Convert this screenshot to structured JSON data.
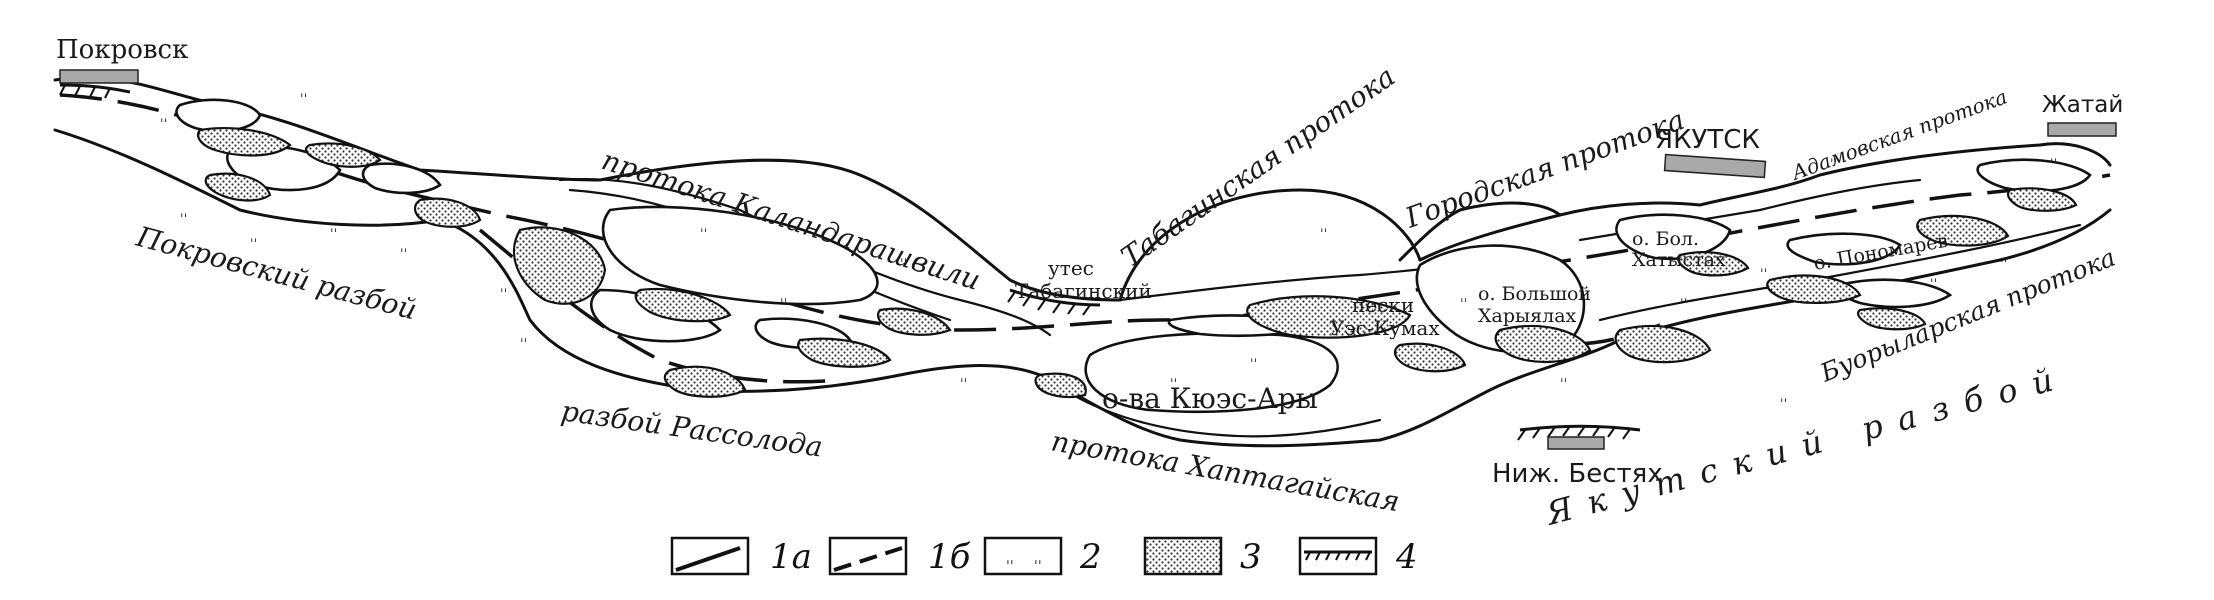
{
  "labels": {
    "pokrovsk": "Покровск",
    "pokrovsky_razboy": "Покровский разбой",
    "razboy_rassoloda": "разбой Рассолода",
    "protoka_kalandarashvili": "протока Каландарашвили",
    "utes_line1": "утес",
    "utes_line2": "Табагинский",
    "tabaginskaya": "Табагинская протока",
    "peski_line1": "пески",
    "peski_line2": "Уэс-Кумах",
    "kyues_ary": "о-ва Кюэс-Ары",
    "protoka_khaptagayskaya": "протока Хаптагайская",
    "gorodskaya": "Городская протока",
    "bolshoy_line1": "о. Большой",
    "bolshoy_line2": "Харыялах",
    "yakutsk": "ЯКУТСК",
    "bol_khatystakh_line1": "о. Бол.",
    "bol_khatystakh_line2": "Хатыстах",
    "adamovskaya": "Адамовская протока",
    "ponomarev": "о. Пономарев",
    "zhatay": "Жатай",
    "buorylarskaya": "Буорыларская протока",
    "yakutsky_razboy": "Якутский разбой",
    "nizh_bestyakh": "Ниж. Бестях"
  },
  "legend": [
    {
      "code": "1а",
      "symbol": "solid-line"
    },
    {
      "code": "1б",
      "symbol": "dashed-line"
    },
    {
      "code": "2",
      "symbol": "grass-marks"
    },
    {
      "code": "3",
      "symbol": "dotted-fill"
    },
    {
      "code": "4",
      "symbol": "hachured-bank"
    }
  ],
  "colors": {
    "ink": "#111111",
    "background": "#ffffff",
    "settlement_fill": "#a9a9a9"
  }
}
